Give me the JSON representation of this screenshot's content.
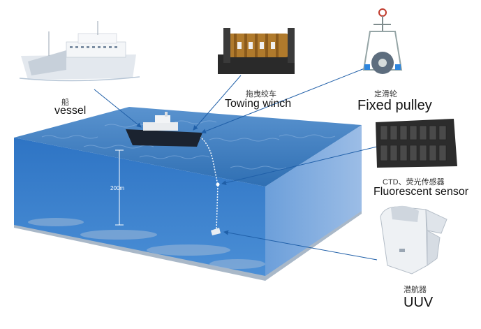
{
  "labels": {
    "vessel_cn": "船",
    "vessel_en": "vessel",
    "winch_cn": "拖曳绞车",
    "winch_en": "Towing winch",
    "pulley_cn": "定滑轮",
    "pulley_en": "Fixed pulley",
    "sensor_cn": "CTD、荧光传感器",
    "sensor_en": "Fluorescent sensor",
    "uuv_cn": "潜航器",
    "uuv_en": "UUV",
    "depth": "200m"
  },
  "colors": {
    "water_top": "#3d7fc0",
    "water_front": "#2f79c8",
    "water_side": "#7ea9dc",
    "seabed": "#c9d6e4",
    "arrow": "#1f5fa8",
    "cable": "#ffffff"
  }
}
